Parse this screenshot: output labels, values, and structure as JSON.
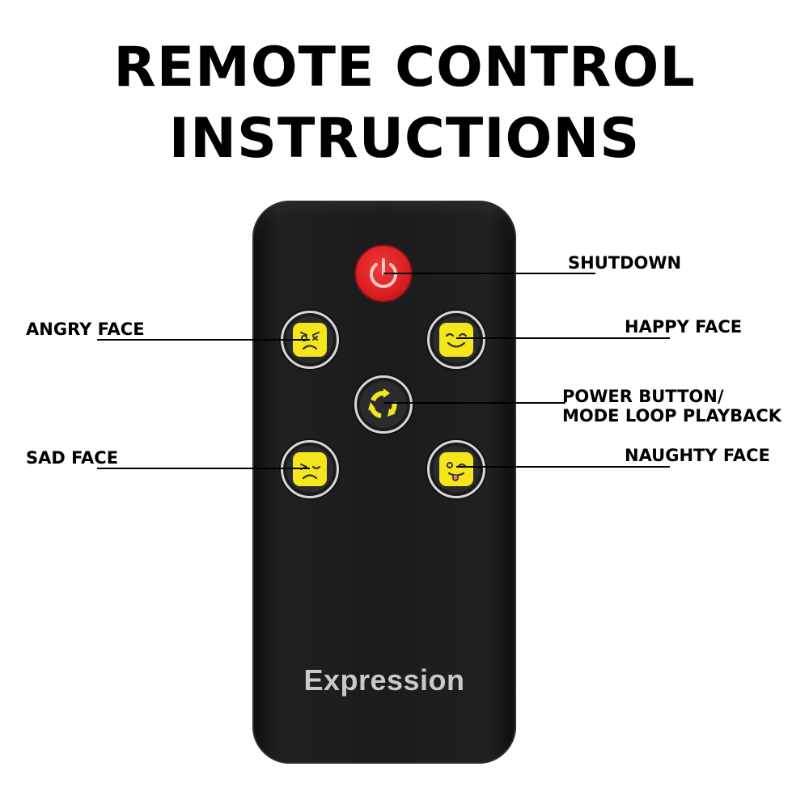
{
  "title": {
    "line1": "REMOTE CONTROL",
    "line2": "INSTRUCTIONS"
  },
  "remote": {
    "brand": "Expression",
    "body_color": "#1a1b1d",
    "buttons": {
      "shutdown": {
        "icon": "power-icon",
        "color": "#e02a2c"
      },
      "angry": {
        "icon": "angry-face-icon",
        "color": "#f5e51b"
      },
      "happy": {
        "icon": "happy-face-icon",
        "color": "#f5e51b"
      },
      "mode": {
        "icon": "cycle-arrows-icon",
        "color": "#f5e51b"
      },
      "sad": {
        "icon": "sad-face-icon",
        "color": "#f5e51b"
      },
      "naughty": {
        "icon": "naughty-face-icon",
        "color": "#f5e51b"
      }
    }
  },
  "labels": {
    "shutdown": "SHUTDOWN",
    "angry": "ANGRY FACE",
    "happy": "HAPPY FACE",
    "power_line1": "POWER BUTTON/",
    "power_line2": "MODE LOOP PLAYBACK",
    "sad": "SAD FACE",
    "naughty": "NAUGHTY FACE"
  }
}
